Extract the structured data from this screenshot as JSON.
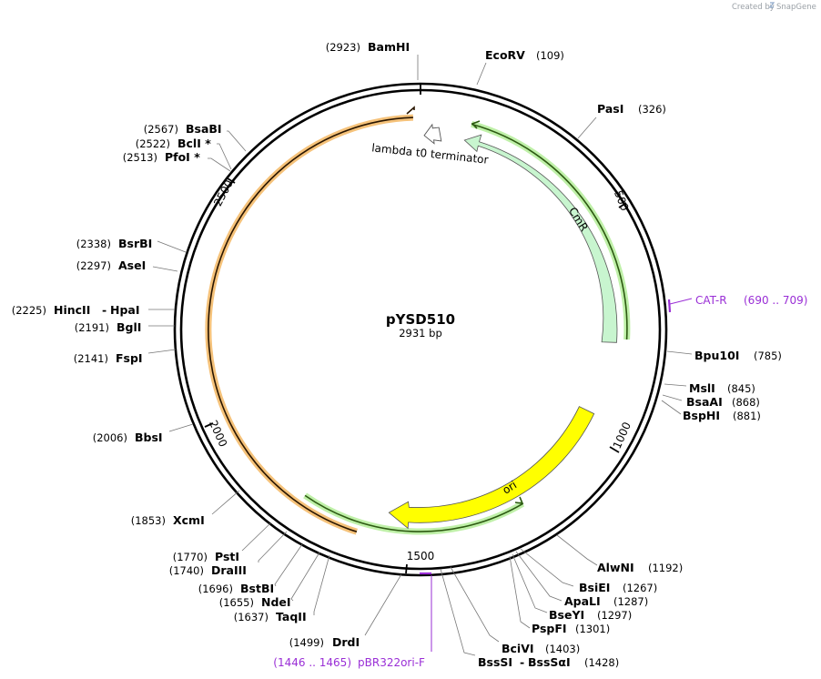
{
  "credit": {
    "text": "Created by",
    "brand": "SnapGene"
  },
  "plasmid": {
    "name": "pYSD510",
    "length_label": "2931 bp"
  },
  "ticks": [
    {
      "label": "500"
    },
    {
      "label": "1000"
    },
    {
      "label": "1500"
    },
    {
      "label": "2000"
    },
    {
      "label": "2500"
    }
  ],
  "sites": [
    {
      "name": "BamHI",
      "pos": "(2923)"
    },
    {
      "name": "EcoRV",
      "pos": "(109)"
    },
    {
      "name": "PasI",
      "pos": "(326)"
    },
    {
      "name": "Bpu10I",
      "pos": "(785)"
    },
    {
      "name": "MslI",
      "pos": "(845)"
    },
    {
      "name": "BsaAI",
      "pos": "(868)"
    },
    {
      "name": "BspHI",
      "pos": "(881)"
    },
    {
      "name": "AlwNI",
      "pos": "(1192)"
    },
    {
      "name": "BsiEI",
      "pos": "(1267)"
    },
    {
      "name": "ApaLI",
      "pos": "(1287)"
    },
    {
      "name": "BseYI",
      "pos": "(1297)"
    },
    {
      "name": "PspFI",
      "pos": "(1301)"
    },
    {
      "name": "BciVI",
      "pos": "(1403)"
    },
    {
      "name": "BssSI",
      "name2": "BssSαI",
      "pos": "(1428)"
    },
    {
      "name": "DrdI",
      "pos": "(1499)"
    },
    {
      "name": "TaqII",
      "pos": "(1637)"
    },
    {
      "name": "NdeI",
      "pos": "(1655)"
    },
    {
      "name": "BstBI",
      "pos": "(1696)"
    },
    {
      "name": "DraIII",
      "pos": "(1740)"
    },
    {
      "name": "PstI",
      "pos": "(1770)"
    },
    {
      "name": "XcmI",
      "pos": "(1853)"
    },
    {
      "name": "BbsI",
      "pos": "(2006)"
    },
    {
      "name": "FspI",
      "pos": "(2141)"
    },
    {
      "name": "BglI",
      "pos": "(2191)"
    },
    {
      "name": "HincII",
      "name2": "HpaI",
      "pos": "(2225)"
    },
    {
      "name": "AseI",
      "pos": "(2297)"
    },
    {
      "name": "BsrBI",
      "pos": "(2338)"
    },
    {
      "name": "PfoI *",
      "pos": "(2513)"
    },
    {
      "name": "BclI *",
      "pos": "(2522)"
    },
    {
      "name": "BsaBI",
      "pos": "(2567)"
    }
  ],
  "primers": [
    {
      "name": "CAT-R",
      "range": "(690 .. 709)",
      "color": "#9a2fd6"
    },
    {
      "name": "pBR322ori-F",
      "range": "(1446 .. 1465)",
      "color": "#9a2fd6"
    }
  ],
  "features": [
    {
      "name": "CmR",
      "color": "#c8f5cf"
    },
    {
      "name": "ori",
      "color": "#ffff00"
    },
    {
      "name": "lambda t0 terminator",
      "color": "#ffffff"
    }
  ],
  "colors": {
    "backbone": "#000000",
    "orange_orf": "#f5a623",
    "green_orf": "#7ed321",
    "primer": "#9a2fd6"
  }
}
